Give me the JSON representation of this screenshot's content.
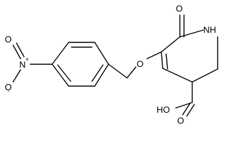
{
  "structure": {
    "atoms": {
      "nitrogen_nitro": "N",
      "nitro_charge_plus": "+",
      "oxygen_nitro_top": "O",
      "oxygen_nitro_bottom": "O",
      "oxygen_nitro_minus": "-",
      "oxygen_ether": "O",
      "oxygen_carbonyl": "O",
      "nitrogen_ring": "NH",
      "hydroxyl": "HO",
      "oxygen_acid": "O"
    }
  }
}
